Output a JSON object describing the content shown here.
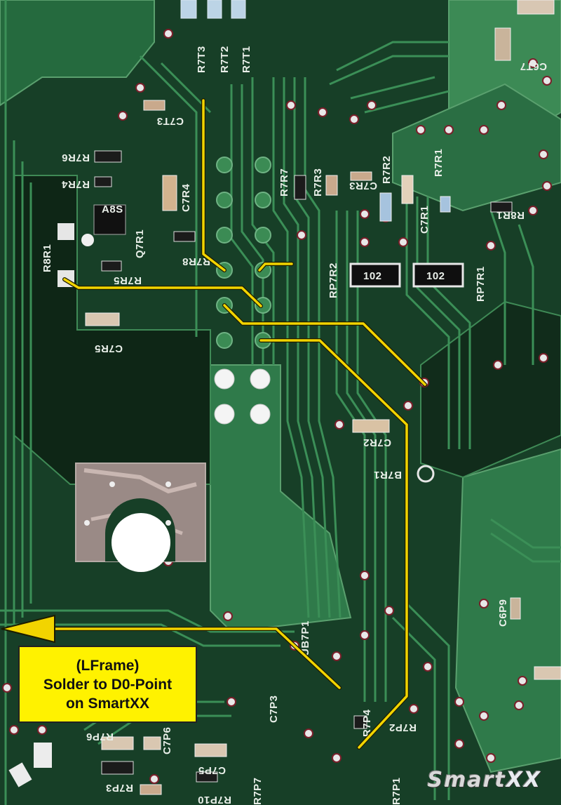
{
  "annotation": {
    "lines": [
      "(LFrame)",
      "Solder to D0-Point",
      "on SmartXX"
    ],
    "color": "#fff200"
  },
  "logo": {
    "prefix": "Smart",
    "suffix": "XX"
  },
  "wire_color": "#f2d400",
  "silkscreen_labels": {
    "r7t3": "R7T3",
    "r7t2": "R7T2",
    "r7t1": "R7T1",
    "c6t7": "C6T7",
    "c7t3": "C7T3",
    "r7r6": "R7R6",
    "r7r4": "R7R4",
    "c7r4": "C7R4",
    "q7r1": "Q7R1",
    "r7r8": "R7R8",
    "r8r1": "R8R1",
    "r7r5": "R7R5",
    "c7r5": "C7R5",
    "r7r7": "R7R7",
    "r7r3": "R7R3",
    "c7r3": "C7R3",
    "r7r2": "R7R2",
    "r7r1": "R7R1",
    "c7r1": "C7R1",
    "r8r1_right": "R8R1",
    "rp7r2": "RP7R2",
    "rp7r1": "RP7R1",
    "c7r2": "C7R2",
    "b7r1": "B7R1",
    "c6p9": "C6P9",
    "ub7p1": "UB7P1",
    "c7p3": "C7P3",
    "r7p4": "R7P4",
    "r7p2": "R7P2",
    "c7p6": "C7P6",
    "c7p5": "C7P5",
    "r7p3": "R7P3",
    "r7p10": "R7P10",
    "r7p6": "R7P6",
    "r7p7": "R7P7",
    "r7p1": "R7P1",
    "resistor_code_a": "102",
    "resistor_code_b": "102",
    "q_code": "A8S"
  }
}
